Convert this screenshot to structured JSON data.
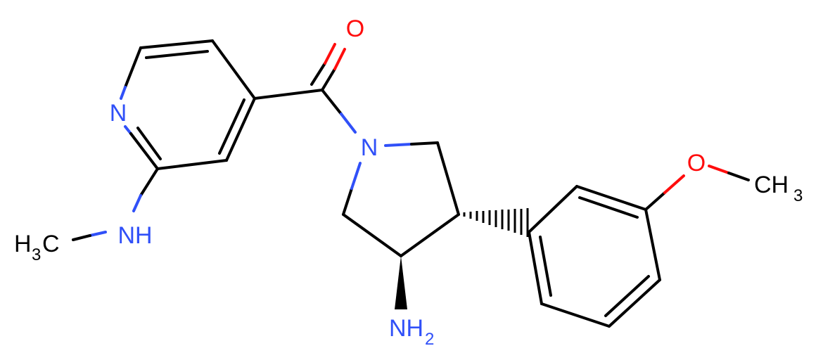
{
  "molecule": {
    "atom_labels": {
      "carbonyl_oxygen": "O",
      "pyridine_nitrogen": "N",
      "pyrrolidine_nitrogen": "N",
      "methoxy_oxygen": "O",
      "amine_nh": "NH",
      "methyl_h": "H",
      "methyl_sub": "3",
      "methyl_c": "C",
      "amino_nh": "NH",
      "amino_sub": "2",
      "methoxy_ch": "CH",
      "methoxy_sub": "3"
    },
    "colors": {
      "carbon_bond": "#000000",
      "nitrogen": "#3050F8",
      "oxygen": "#FF0D0D",
      "background": "#FFFFFF"
    }
  }
}
